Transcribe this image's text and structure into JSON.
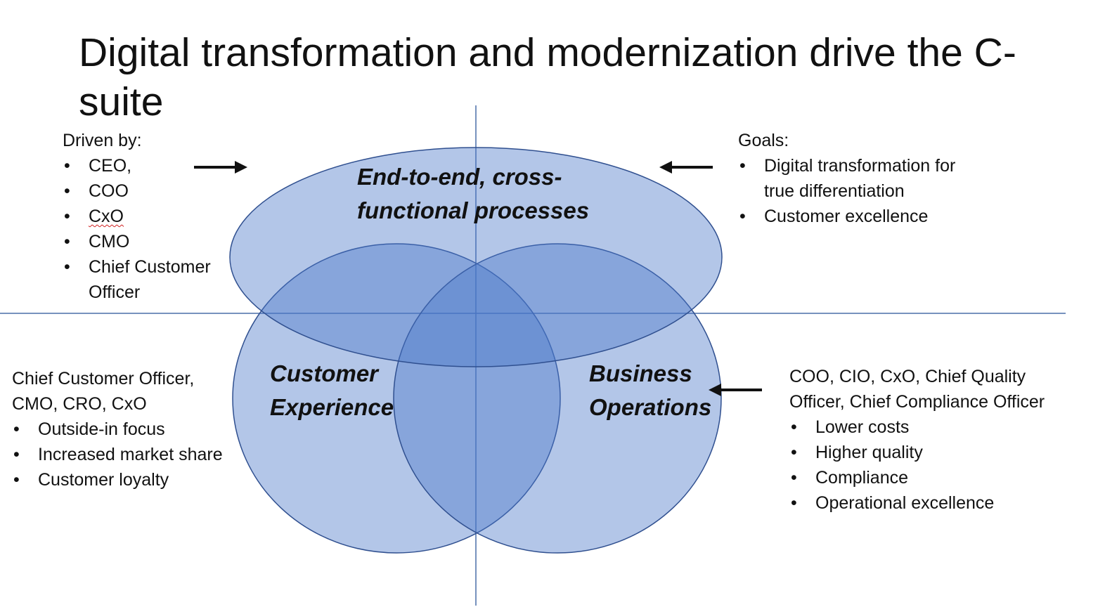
{
  "title": "Digital transformation and modernization drive the C-suite",
  "colors": {
    "circle_fill": "#4a78c8",
    "circle_stroke": "#2f4f8f",
    "axis_line": "#4a6ea8",
    "arrow": "#111111",
    "spellcheck_underline": "#d02020"
  },
  "venn": {
    "top_label_line1": "End-to-end, cross-",
    "top_label_line2": "functional processes",
    "left_label_line1": "Customer",
    "left_label_line2": "Experience",
    "right_label_line1": "Business",
    "right_label_line2": "Operations"
  },
  "driven_by": {
    "heading": "Driven by:",
    "items": [
      "CEO,",
      "COO",
      "CxO",
      "CMO",
      "Chief Customer Officer"
    ]
  },
  "goals": {
    "heading": "Goals:",
    "items": [
      "Digital transformation for true differentiation",
      "Customer excellence"
    ]
  },
  "customer_side": {
    "lead": "Chief Customer Officer, CMO, CRO, CxO",
    "items": [
      "Outside-in focus",
      "Increased market share",
      "Customer loyalty"
    ]
  },
  "operations_side": {
    "lead": "COO, CIO, CxO, Chief Quality Officer, Chief Compliance Officer",
    "items": [
      "Lower costs",
      "Higher quality",
      "Compliance",
      "Operational excellence"
    ]
  }
}
